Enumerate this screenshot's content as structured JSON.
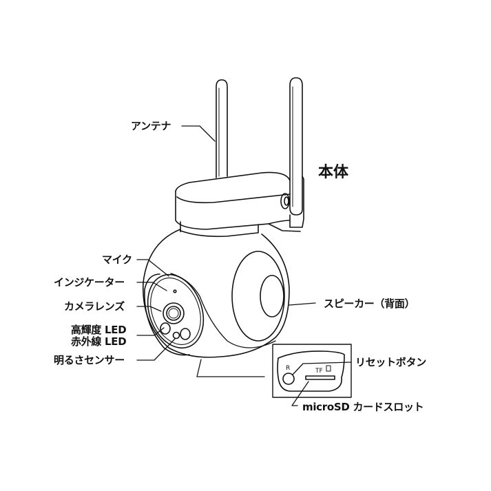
{
  "title": "本体",
  "labels": {
    "antenna": "アンテナ",
    "mic": "マイク",
    "indicator": "インジケーター",
    "camera_lens": "カメラレンズ",
    "high_brightness_led": "高輝度 LED",
    "infrared_led": "赤外線 LED",
    "light_sensor": "明るさセンサー",
    "speaker": "スピーカー（背面）",
    "reset_button": "リセットボタン",
    "microsd_slot": "microSD カードスロット"
  },
  "inset": {
    "reset_mark": "R",
    "tf_mark": "TF"
  }
}
